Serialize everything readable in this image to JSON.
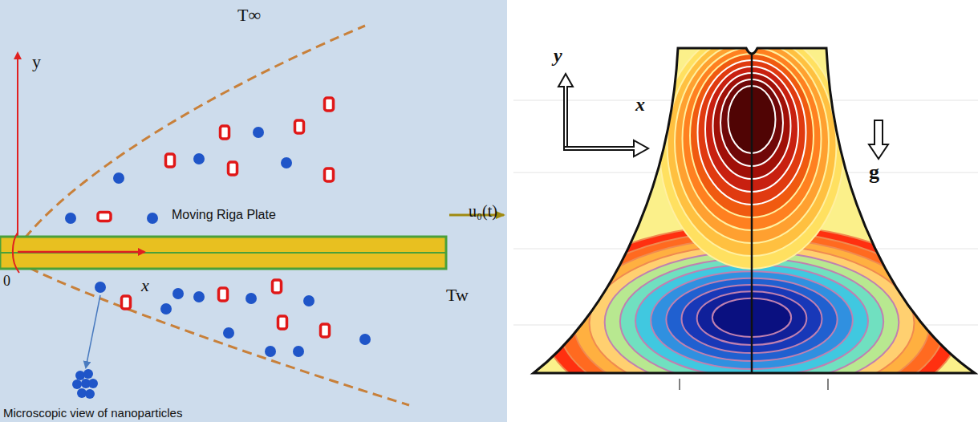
{
  "diagram": {
    "labels": [
      "T∞",
      "y",
      "Moving Riga Plate",
      "u₀(t)",
      "0",
      "x",
      "Tw",
      "Microscopic view of nanoparticles",
      "y",
      "x",
      "g"
    ]
  }
}
